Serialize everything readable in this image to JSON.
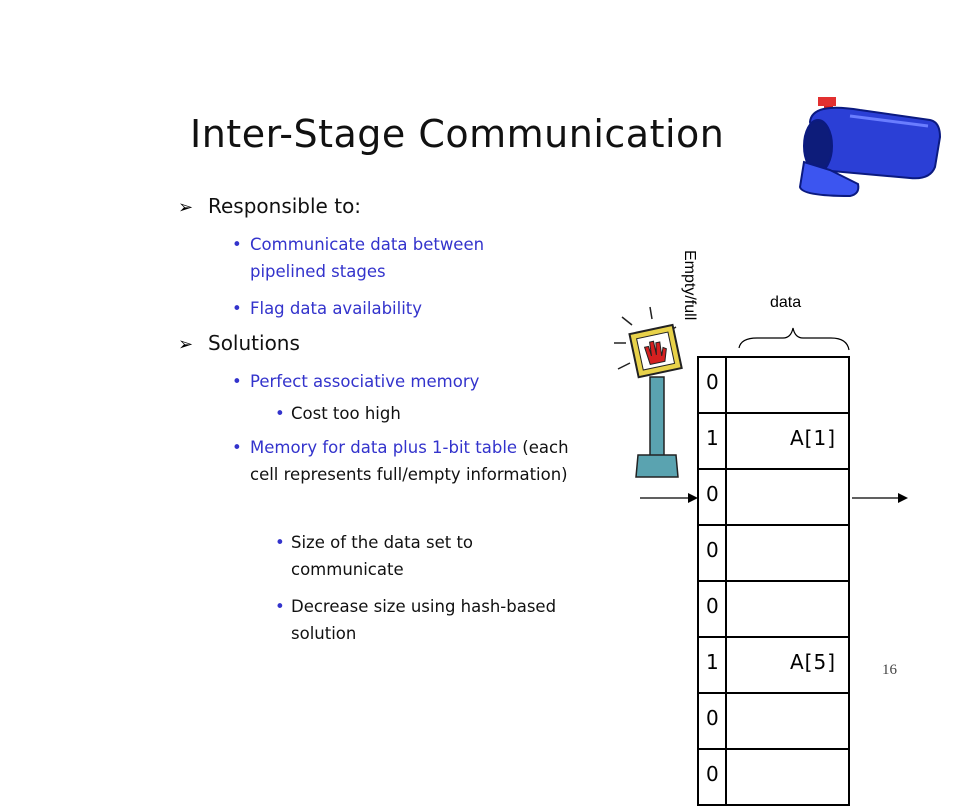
{
  "slide": {
    "title": "Inter-Stage Communication",
    "page_number": "16"
  },
  "bullets": {
    "b1": "Responsible to:",
    "b1_1": "Communicate data between pipelined stages",
    "b1_2": "Flag data availability",
    "b2": "Solutions",
    "b2_1": "Perfect associative memory",
    "b2_1_1": "Cost too high",
    "b2_2_blue": "Memory for data plus 1-bit table",
    "b2_2_rest": " (each cell represents full/empty information)",
    "b2_2_1": "Size of the data set to communicate",
    "b2_2_2": "Decrease size using hash-based solution"
  },
  "diagram": {
    "empty_full_label": "Empty/full",
    "data_label": "data",
    "rows": [
      {
        "flag": "0",
        "value": ""
      },
      {
        "flag": "1",
        "value": "A[1]"
      },
      {
        "flag": "0",
        "value": ""
      },
      {
        "flag": "0",
        "value": ""
      },
      {
        "flag": "0",
        "value": ""
      },
      {
        "flag": "1",
        "value": "A[5]"
      },
      {
        "flag": "0",
        "value": ""
      },
      {
        "flag": "0",
        "value": ""
      }
    ]
  },
  "icons": {
    "mailbox": "mailbox-icon",
    "stop_sign": "stop-hand-sign-icon",
    "bullet_arrow": "arrow-bullet-icon"
  },
  "colors": {
    "sub_bullet_text": "#3333cc",
    "mailbox_blue": "#2b3fd6",
    "flag_red": "#d42020",
    "sign_pole": "#5aa3b0"
  }
}
